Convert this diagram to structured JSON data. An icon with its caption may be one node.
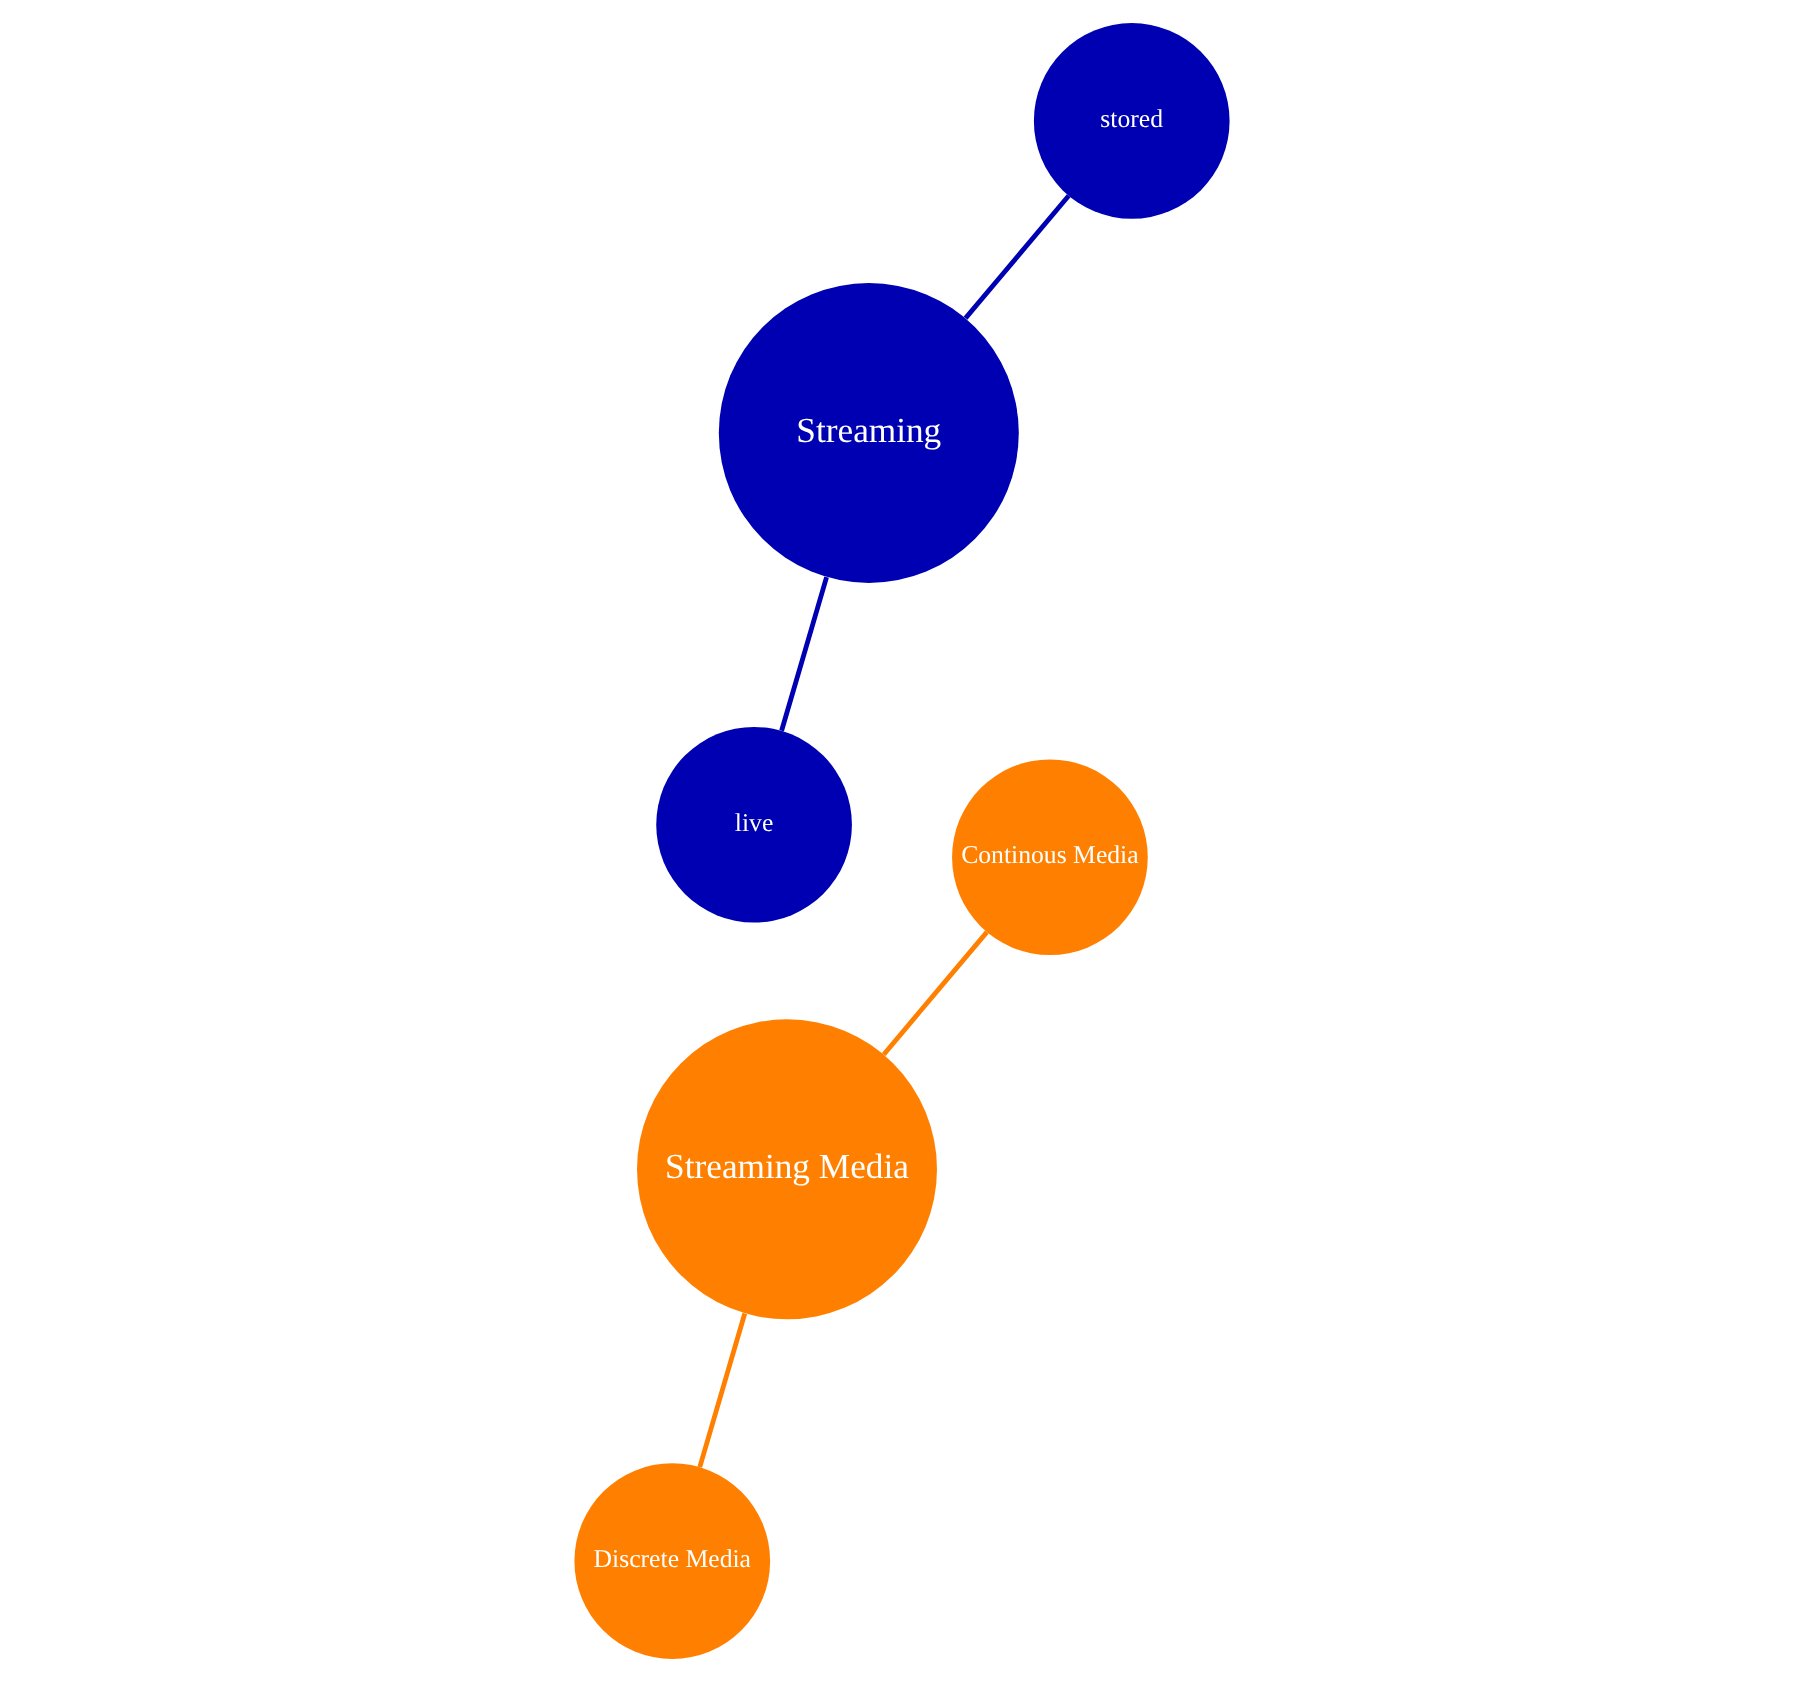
{
  "diagram": {
    "nodes": [
      {
        "text": [
          "Streaming Media"
        ]
      },
      {
        "text": [
          "Continous Media"
        ]
      },
      {
        "text": [
          "Discrete Media"
        ]
      },
      {
        "text": [
          "Streaming"
        ]
      },
      {
        "text": [
          "stored"
        ]
      },
      {
        "text": [
          "live"
        ]
      }
    ],
    "edges": [
      {
        "from": 0,
        "to": 1,
        "arrow": "none",
        "color": "#ff8000"
      },
      {
        "from": 0,
        "to": 2,
        "arrow": "none",
        "color": "#ff8000"
      },
      {
        "from": 3,
        "to": 4,
        "arrow": "none",
        "color": "#0000b3"
      },
      {
        "from": 3,
        "to": 5,
        "arrow": "none",
        "color": "#0000b3"
      }
    ]
  }
}
